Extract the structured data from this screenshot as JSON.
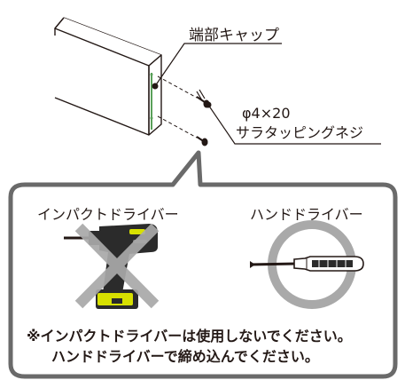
{
  "labels": {
    "end_cap": "端部キャップ",
    "screw_size": "φ4×20",
    "screw_type": "サラタッピングネジ",
    "impact_driver": "インパクトドライバー",
    "hand_driver": "ハンドドライバー",
    "warning_line1": "※インパクトドライバーは使用しないでください。",
    "warning_line2": "ハンドドライバーで締め込んでください。"
  },
  "colors": {
    "line": "#231815",
    "callout_border": "#6a6a6a",
    "mark_gray": "#a9a9a9",
    "end_cap_green": "#5aa05a",
    "driver_body": "#2b2b2b",
    "battery_yellow": "#d7e000"
  },
  "icons": {
    "prohibited": "x-mark-icon",
    "allowed": "circle-ok-icon"
  }
}
